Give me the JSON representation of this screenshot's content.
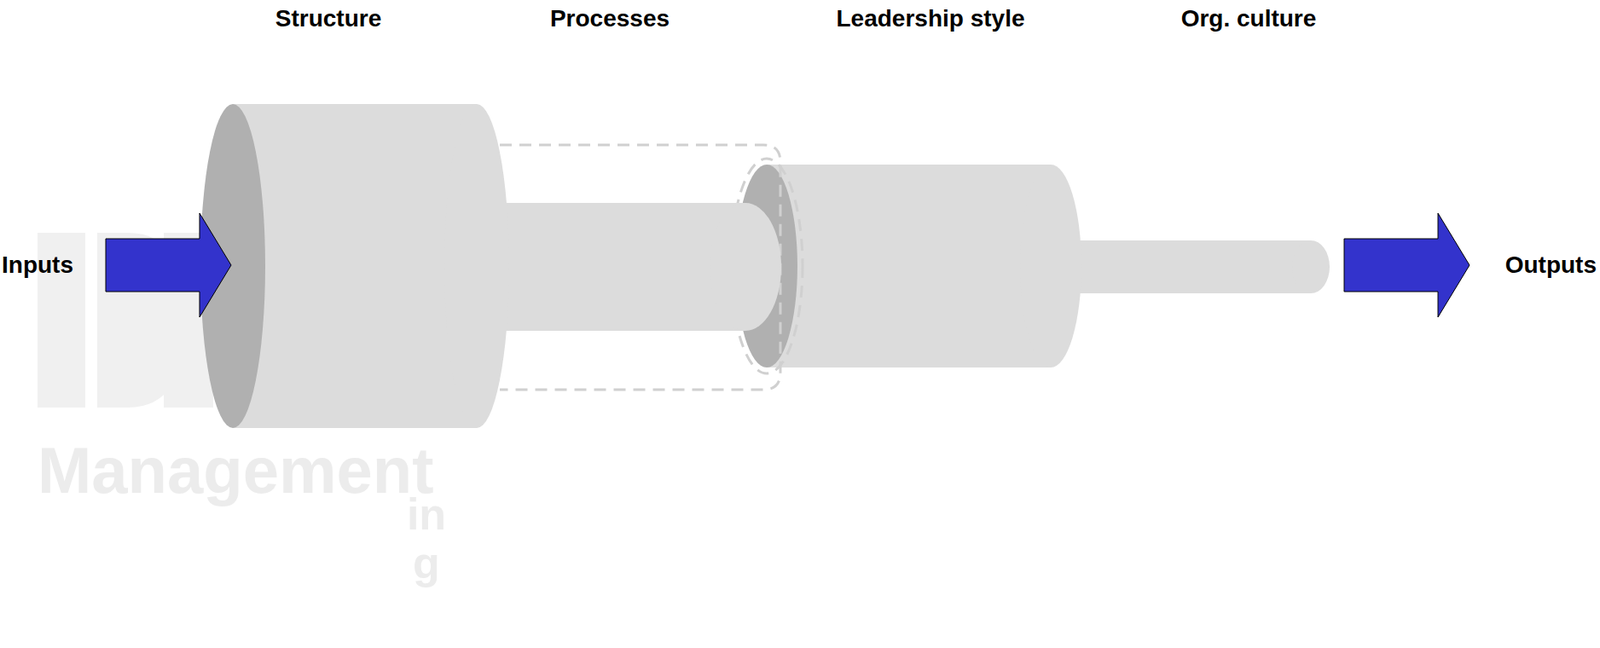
{
  "diagram": {
    "labels": [
      "Structure",
      "Processes",
      "Leadership style",
      "Org. culture",
      "Inputs",
      "Outputs",
      "Management",
      "ing"
    ]
  }
}
